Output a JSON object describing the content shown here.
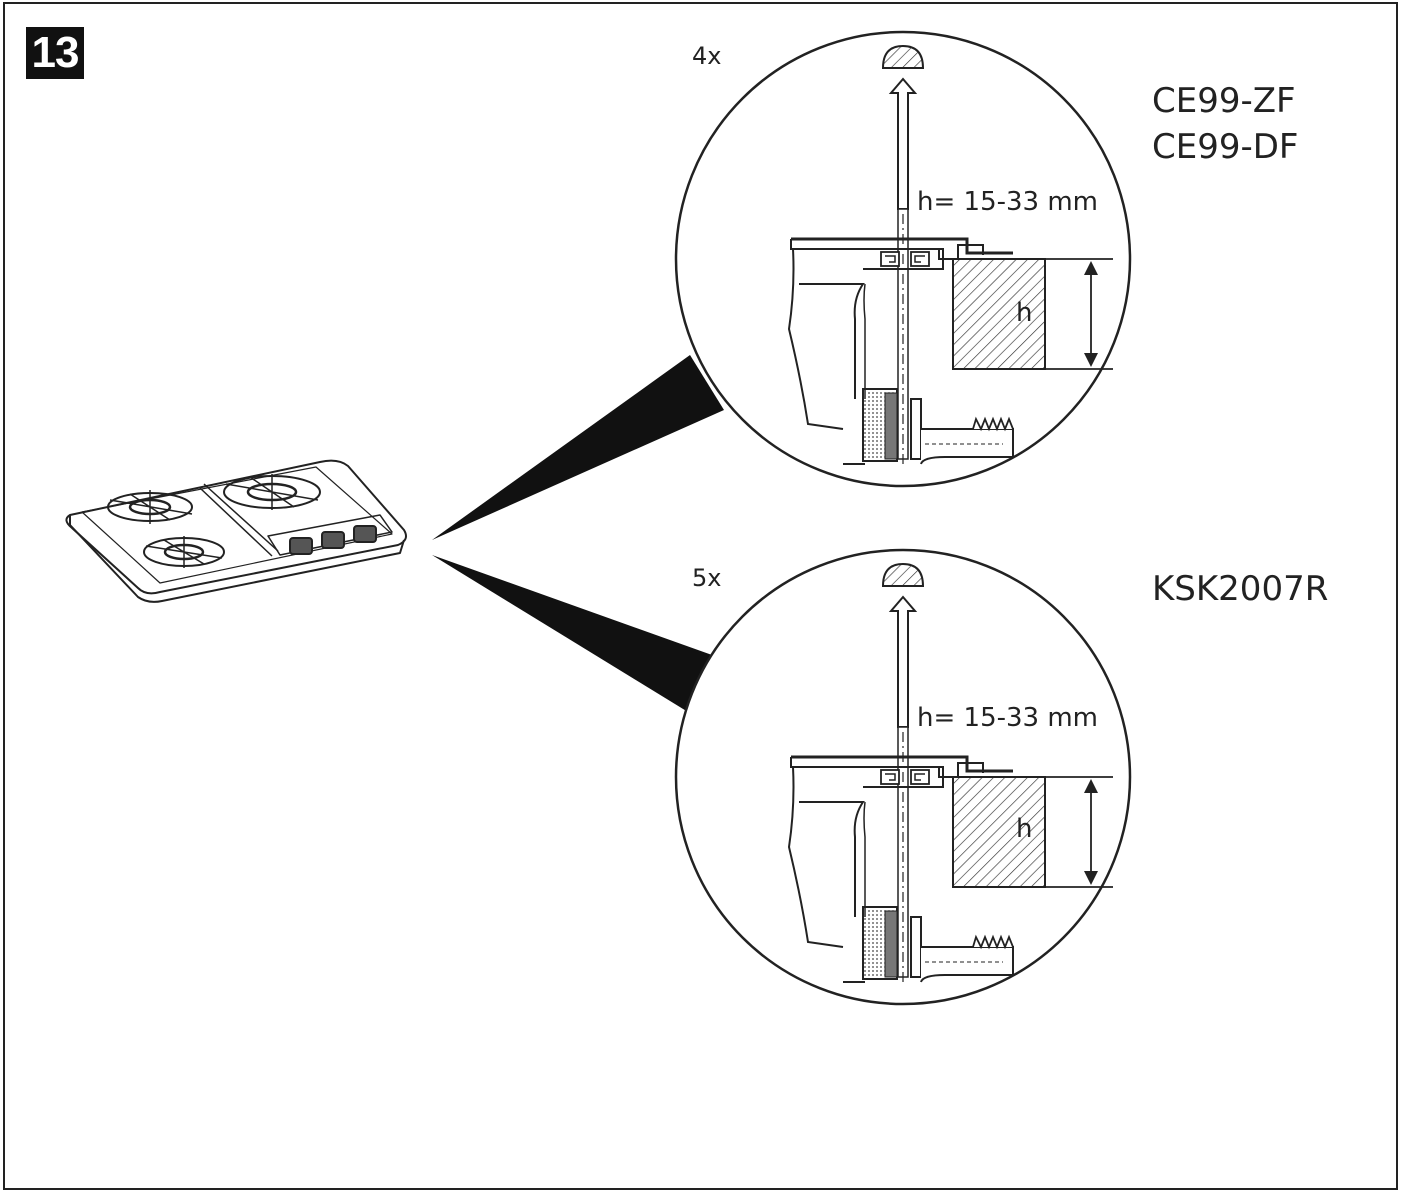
{
  "step": {
    "number": "13"
  },
  "details": [
    {
      "quantity": "4x",
      "models": [
        "CE99-ZF",
        "CE99-DF"
      ],
      "height_range": "h= 15-33 mm",
      "height_symbol": "h"
    },
    {
      "quantity": "5x",
      "models": [
        "KSK2007R"
      ],
      "height_range": "h= 15-33 mm",
      "height_symbol": "h"
    }
  ],
  "colors": {
    "line": "#222222",
    "fill_dark": "#111111",
    "background": "#ffffff"
  },
  "icons": {
    "hob": "gas-hob-illustration",
    "screw": "screw-icon",
    "clamp": "mounting-clamp-icon"
  }
}
